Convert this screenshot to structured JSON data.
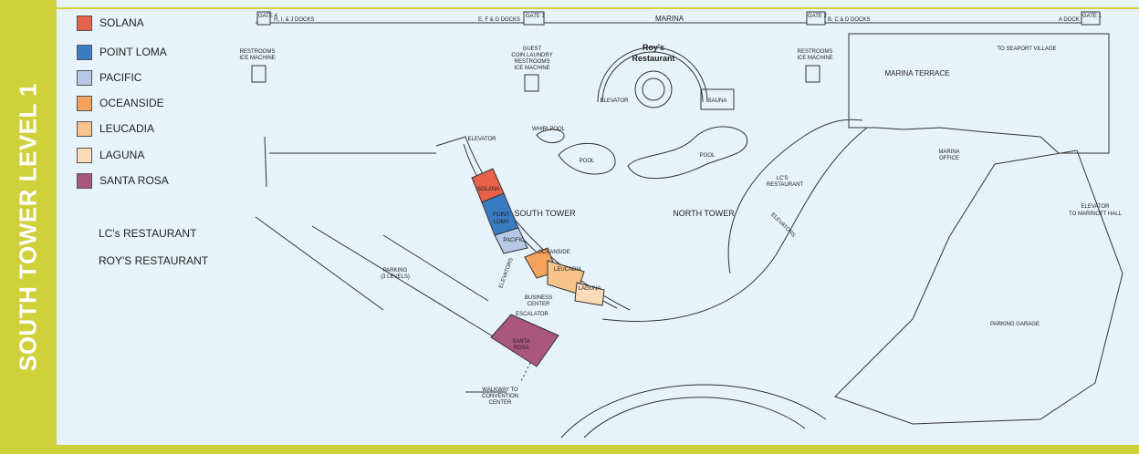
{
  "title": "SOUTH TOWER LEVEL 1",
  "legend": [
    {
      "label": "SOLANA",
      "color": "#e8614a"
    },
    {
      "label": "POINT LOMA",
      "color": "#3a7cc4"
    },
    {
      "label": "PACIFIC",
      "color": "#b5c9e6"
    },
    {
      "label": "OCEANSIDE",
      "color": "#f3a35b"
    },
    {
      "label": "LEUCADIA",
      "color": "#f8c489"
    },
    {
      "label": "LAGUNA",
      "color": "#fbdcb8"
    },
    {
      "label": "SANTA ROSA",
      "color": "#a9577a"
    }
  ],
  "restaurants": [
    "LC's RESTAURANT",
    "ROY'S RESTAURANT"
  ],
  "gates": {
    "gate4": "GATE 4",
    "gate3": "GATE 3",
    "gate2": "GATE 2",
    "gate1": "GATE 1",
    "hj_docks": "H, I, & J DOCKS",
    "efg_docks": "E, F & G DOCKS",
    "marina": "MARINA",
    "bcd_docks": "B, C & D DOCKS",
    "a_dock": "A DOCK"
  },
  "labels": {
    "restrooms_left_1": "RESTROOMS",
    "restrooms_left_2": "ICE MACHINE",
    "guest_1": "GUEST",
    "guest_2": "COIN LAUNDRY",
    "guest_3": "RESTROOMS",
    "guest_4": "ICE MACHINE",
    "restrooms_right_1": "RESTROOMS",
    "restrooms_right_2": "ICE MACHINE",
    "roys_1": "Roy's",
    "roys_2": "Restaurant",
    "elevator_roys": "ELEVATOR",
    "sauna": "SAUNA",
    "seaport": "TO SEAPORT VILLAGE",
    "marina_terrace": "MARINA TERRACE",
    "whirlpool": "WHIRLPOOL",
    "pool_1": "POOL",
    "pool_2": "POOL",
    "elevator_south": "ELEVATOR",
    "room_solana": "SOLANA",
    "room_pointloma_1": "POINT",
    "room_pointloma_2": "LOMA",
    "room_pacific": "PACIFIC",
    "room_oceanside": "OCEANSIDE",
    "room_leucadia": "LEUCADIA",
    "room_laguna": "LAGUNA",
    "room_santarosa_1": "SANTA",
    "room_santarosa_2": "ROSA",
    "elevators_left": "ELEVATORS",
    "south_tower": "SOUTH TOWER",
    "north_tower": "NORTH TOWER",
    "lcs_1": "LC'S",
    "lcs_2": "RESTAURANT",
    "elevators_right": "ELEVATORS",
    "marina_office_1": "MARINA",
    "marina_office_2": "OFFICE",
    "elevator_marriott_1": "ELEVATOR",
    "elevator_marriott_2": "TO MARRIOTT HALL",
    "parking_1": "PARKING",
    "parking_2": "(3 LEVELS)",
    "business_1": "BUSINESS",
    "business_2": "CENTER",
    "escalator": "ESCALATOR",
    "walkway_1": "WALKWAY TO",
    "walkway_2": "CONVENTION",
    "walkway_3": "CENTER",
    "parking_garage": "PARKING GARAGE"
  }
}
